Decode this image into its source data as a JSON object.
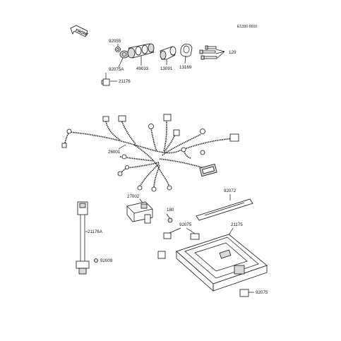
{
  "diagram": {
    "code": "E1330-0010",
    "front_label": "FRONT",
    "labels": {
      "p92055": "92055",
      "p92075A": "92075A",
      "p49033": "49033",
      "p13091": "13091",
      "p13169": "13169",
      "p120": "120",
      "p21176": "21176",
      "p26001": "26001",
      "p27002": "27002",
      "p180": "180",
      "p92072": "92072",
      "p92075a": "92075",
      "p21175": "21175",
      "p21176A": "21176A",
      "p92009": "92009",
      "p92075b": "92075"
    }
  }
}
